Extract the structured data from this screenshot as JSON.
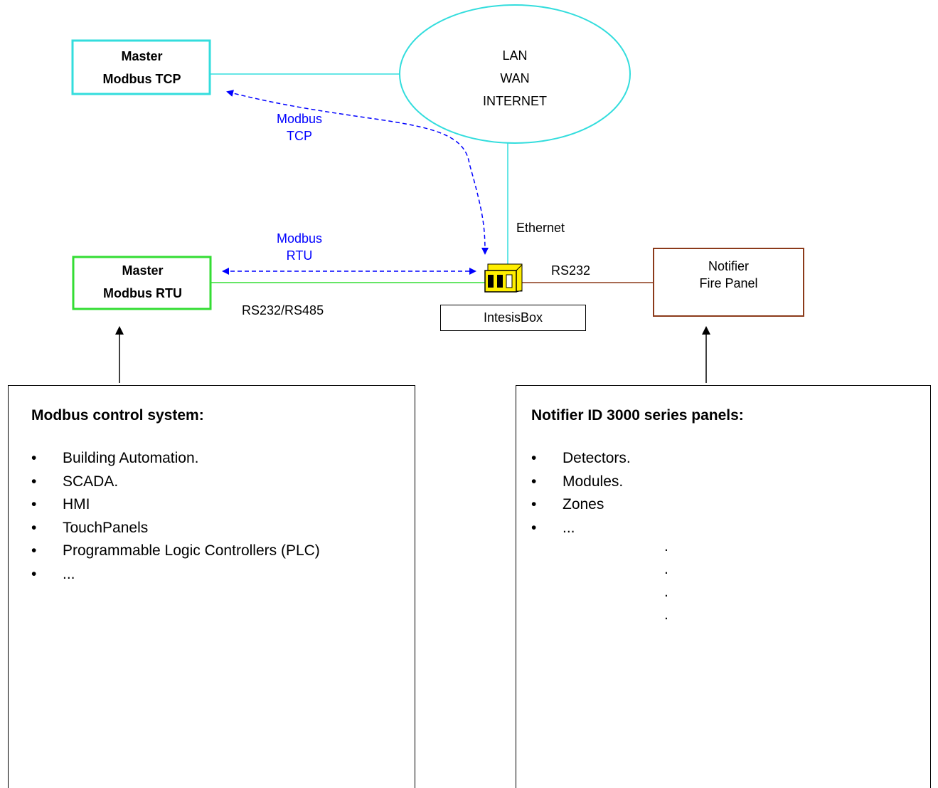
{
  "nodes": {
    "master_tcp": {
      "line1": "Master",
      "line2": "Modbus TCP",
      "color": "#33dddd"
    },
    "master_rtu": {
      "line1": "Master",
      "line2": "Modbus RTU",
      "color": "#33dd33"
    },
    "network": {
      "line1": "LAN",
      "line2": "WAN",
      "line3": "INTERNET",
      "color": "#33dddd"
    },
    "fire_panel": {
      "line1": "Notifier",
      "line2": "Fire Panel",
      "color": "#8b3a1a"
    },
    "intesisbox": {
      "label": "IntesisBox",
      "icon": "intesisbox-device-icon",
      "color": "#ffee00"
    }
  },
  "connections": {
    "modbus_tcp": {
      "line1": "Modbus",
      "line2": "TCP",
      "color": "#0000ff"
    },
    "modbus_rtu": {
      "line1": "Modbus",
      "line2": "RTU",
      "color": "#0000ff"
    },
    "ethernet": "Ethernet",
    "rs232_rs485": "RS232/RS485",
    "rs232": "RS232",
    "rtu_line_color": "#33dd33",
    "fire_line_color": "#8b3a1a",
    "tcp_line_color": "#33dddd"
  },
  "panels": {
    "modbus": {
      "title": "Modbus control system:",
      "items": [
        "Building Automation.",
        "SCADA.",
        "HMI",
        "TouchPanels",
        "Programmable Logic Controllers (PLC)",
        "..."
      ]
    },
    "notifier": {
      "title": "Notifier ID 3000 series panels:",
      "items": [
        "Detectors.",
        "Modules.",
        "Zones",
        "..."
      ],
      "dots": [
        ".",
        ".",
        ".",
        "."
      ]
    }
  },
  "bullet": "•"
}
